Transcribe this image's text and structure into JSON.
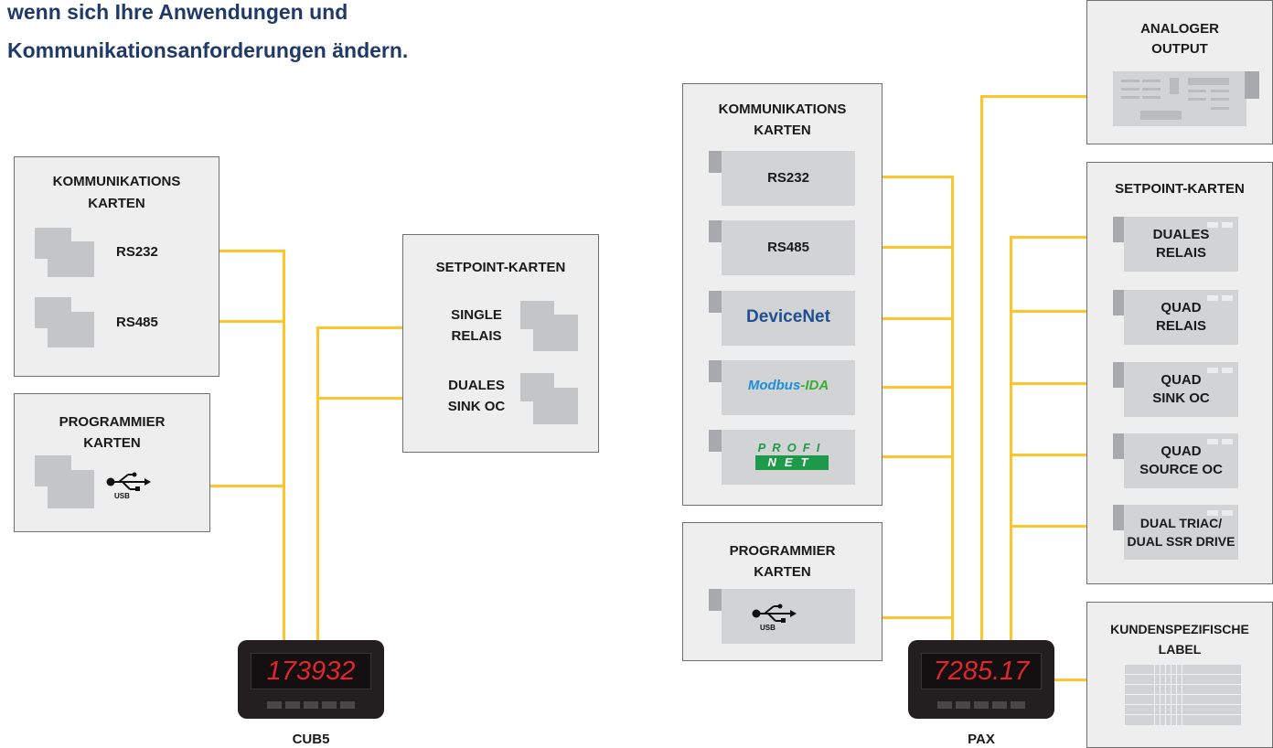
{
  "headline": {
    "line1": "wenn sich Ihre Anwendungen und",
    "line2": "Kommunikationsanforderungen ändern."
  },
  "cub5": {
    "comm_title_1": "KOMMUNIKATIONS",
    "comm_title_2": "KARTEN",
    "rs232": "RS232",
    "rs485": "RS485",
    "prog_title_1": "PROGRAMMIER",
    "prog_title_2": "KARTEN",
    "usb": "USB",
    "setpoint_title": "SETPOINT-KARTEN",
    "single_1": "SINGLE",
    "single_2": "RELAIS",
    "duales_1": "DUALES",
    "duales_2": "SINK OC",
    "display": "173932",
    "name": "CUB5"
  },
  "pax": {
    "comm_title_1": "KOMMUNIKATIONS",
    "comm_title_2": "KARTEN",
    "rs232": "RS232",
    "rs485": "RS485",
    "devicenet": "DeviceNet",
    "modbus_a": "Modbus",
    "modbus_b": "-IDA",
    "profi": "PROFI",
    "net": "NET",
    "prog_title_1": "PROGRAMMIER",
    "prog_title_2": "KARTEN",
    "usb": "USB",
    "analog_1": "ANALOGER",
    "analog_2": "OUTPUT",
    "setpoint_title": "SETPOINT-KARTEN",
    "sp1_1": "DUALES",
    "sp1_2": "RELAIS",
    "sp2_1": "QUAD",
    "sp2_2": "RELAIS",
    "sp3_1": "QUAD",
    "sp3_2": "SINK OC",
    "sp4_1": "QUAD",
    "sp4_2": "SOURCE OC",
    "sp5_1": "DUAL TRIAC/",
    "sp5_2": "DUAL SSR DRIVE",
    "label_1": "KUNDENSPEZIFISCHE",
    "label_2": "LABEL",
    "display": "7285.17",
    "name": "PAX"
  },
  "colors": {
    "wire": "#fdc52d",
    "headline": "#1f3a68",
    "digits": "#e1262d",
    "panel": "#eeeeee",
    "card": "#d1d3d4",
    "card_tab": "#a7a9ac",
    "devicenet": "#1f4f91",
    "modbus_blue": "#1c8fd6",
    "modbus_green": "#3aa935",
    "profinet_green": "#1e9a4a"
  },
  "icons": [
    "usb-icon",
    "card-icon",
    "meter-display-icon"
  ]
}
